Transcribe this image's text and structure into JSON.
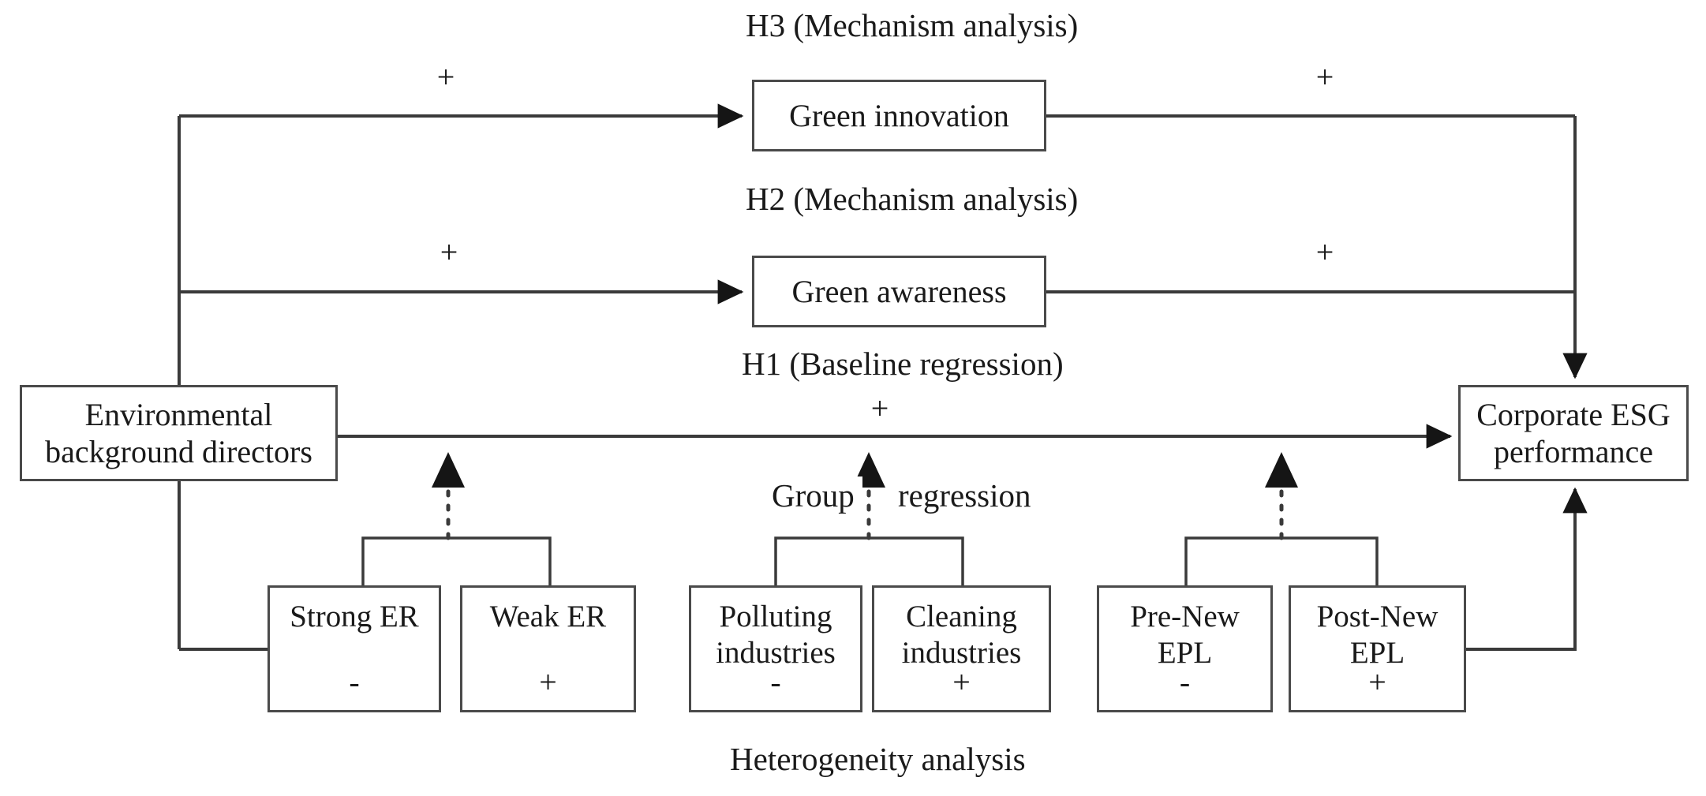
{
  "figure": {
    "type": "conceptual-research-framework-diagram",
    "background_color": "#ffffff",
    "line_color": "#3a3a3a",
    "box_border_color": "#4a4a4a"
  },
  "captions": {
    "h3": "H3 (Mechanism analysis)",
    "h2": "H2 (Mechanism analysis)",
    "h1": "H1 (Baseline regression)",
    "group_left": "Group",
    "group_right": "regression",
    "heterogeneity": "Heterogeneity analysis"
  },
  "nodes": {
    "independent": {
      "label": "Environmental\nbackground directors"
    },
    "mediator_innovation": {
      "label": "Green innovation"
    },
    "mediator_awareness": {
      "label": "Green awareness"
    },
    "dependent": {
      "label": "Corporate ESG\nperformance"
    }
  },
  "heterogeneity_groups": [
    {
      "group_name": "environmental-regulation",
      "boxes": [
        {
          "label": "Strong ER",
          "sign": "-"
        },
        {
          "label": "Weak ER",
          "sign": "+"
        }
      ]
    },
    {
      "group_name": "industry-type",
      "boxes": [
        {
          "label": "Polluting\nindustries",
          "sign": "-"
        },
        {
          "label": "Cleaning\nindustries",
          "sign": "+"
        }
      ]
    },
    {
      "group_name": "environmental-protection-law",
      "boxes": [
        {
          "label": "Pre-New\nEPL",
          "sign": "-"
        },
        {
          "label": "Post-New\nEPL",
          "sign": "+"
        }
      ]
    }
  ],
  "path_signs": {
    "ebd_to_green_innovation": "+",
    "green_innovation_to_esg": "+",
    "ebd_to_green_awareness": "+",
    "green_awareness_to_esg": "+",
    "ebd_to_esg_direct": "+"
  }
}
